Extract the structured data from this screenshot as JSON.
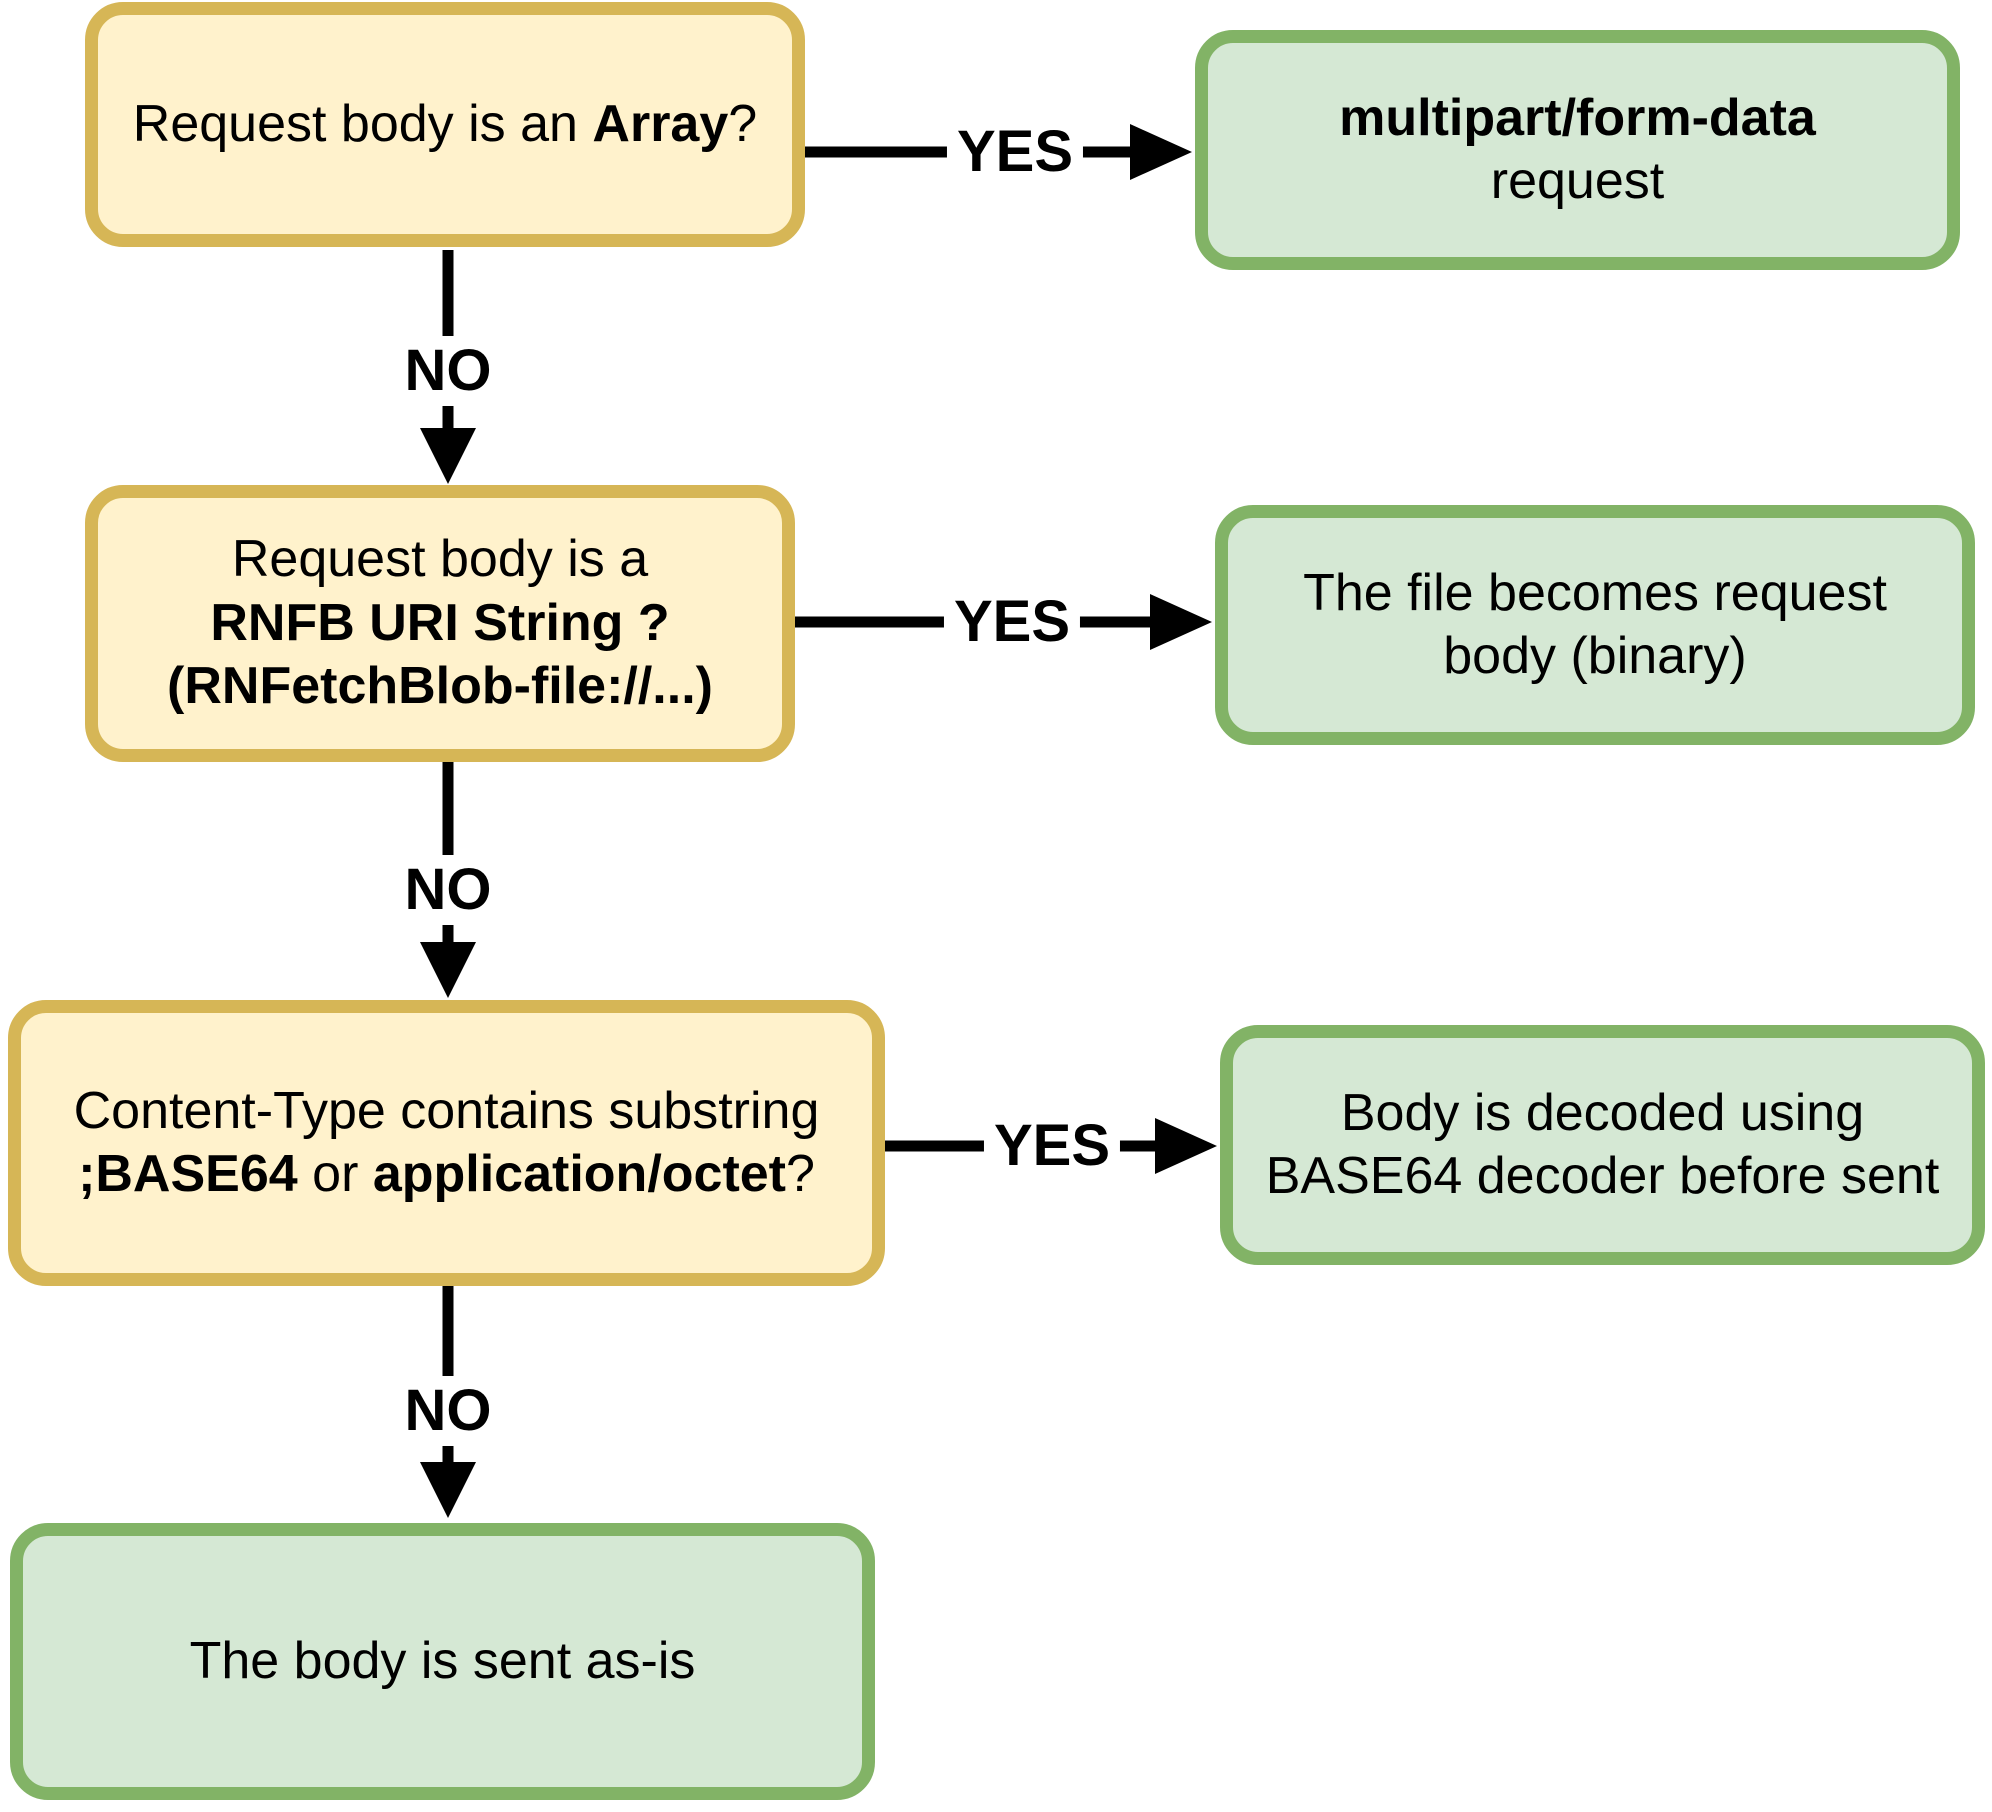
{
  "colors": {
    "decision_fill": "#FFF2CC",
    "decision_border": "#D6B656",
    "result_fill": "#D5E8D4",
    "result_border": "#82B366",
    "arrow": "#000000",
    "text": "#000000",
    "background": "#FFFFFF"
  },
  "nodes": {
    "q_array": {
      "type": "decision",
      "segments": [
        {
          "text": "Request body is an ",
          "bold": false
        },
        {
          "text": "Array",
          "bold": true
        },
        {
          "text": "?",
          "bold": false
        }
      ]
    },
    "r_multipart": {
      "type": "result",
      "segments": [
        {
          "text": "multipart/form-data",
          "bold": true
        },
        {
          "text": "\nrequest",
          "bold": false
        }
      ]
    },
    "q_rnfb": {
      "type": "decision",
      "segments": [
        {
          "text": "Request body is a\n",
          "bold": false
        },
        {
          "text": "RNFB URI String ?\n(RNFetchBlob-file://...)",
          "bold": true
        }
      ]
    },
    "r_file": {
      "type": "result",
      "segments": [
        {
          "text": "The file becomes request\nbody (binary)",
          "bold": false
        }
      ]
    },
    "q_base64": {
      "type": "decision",
      "segments": [
        {
          "text": "Content-Type contains substring\n",
          "bold": false
        },
        {
          "text": ";BASE64",
          "bold": true
        },
        {
          "text": " or ",
          "bold": false
        },
        {
          "text": "application/octet",
          "bold": true
        },
        {
          "text": "?",
          "bold": false
        }
      ]
    },
    "r_decoded": {
      "type": "result",
      "segments": [
        {
          "text": "Body is decoded using\nBASE64 decoder before sent",
          "bold": false
        }
      ]
    },
    "r_asis": {
      "type": "result",
      "segments": [
        {
          "text": "The body is sent as-is",
          "bold": false
        }
      ]
    }
  },
  "edges": [
    {
      "id": "array-yes",
      "from": "q_array",
      "to": "r_multipart",
      "label": "YES"
    },
    {
      "id": "array-no",
      "from": "q_array",
      "to": "q_rnfb",
      "label": "NO"
    },
    {
      "id": "rnfb-yes",
      "from": "q_rnfb",
      "to": "r_file",
      "label": "YES"
    },
    {
      "id": "rnfb-no",
      "from": "q_rnfb",
      "to": "q_base64",
      "label": "NO"
    },
    {
      "id": "base64-yes",
      "from": "q_base64",
      "to": "r_decoded",
      "label": "YES"
    },
    {
      "id": "base64-no",
      "from": "q_base64",
      "to": "r_asis",
      "label": "NO"
    }
  ]
}
